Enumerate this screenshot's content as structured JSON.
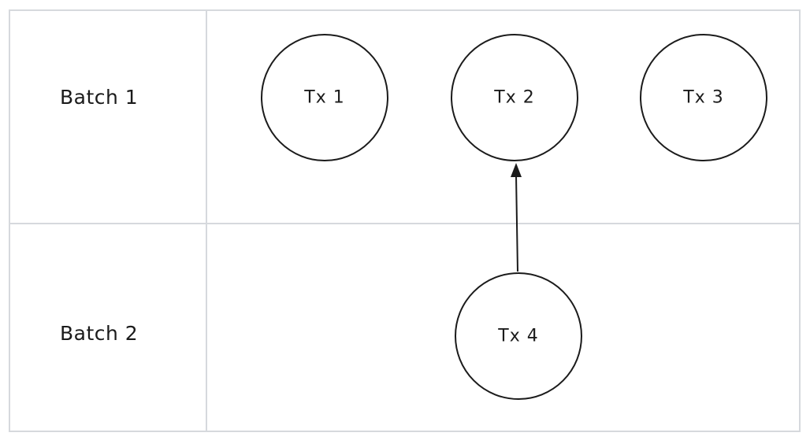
{
  "rows": [
    {
      "label": "Batch 1"
    },
    {
      "label": "Batch 2"
    }
  ],
  "transactions": [
    {
      "id": "tx1",
      "label": "Tx 1",
      "batch": 1
    },
    {
      "id": "tx2",
      "label": "Tx 2",
      "batch": 1
    },
    {
      "id": "tx3",
      "label": "Tx 3",
      "batch": 1
    },
    {
      "id": "tx4",
      "label": "Tx 4",
      "batch": 2
    }
  ],
  "dependencies": [
    {
      "from": "tx4",
      "to": "tx2"
    }
  ],
  "colors": {
    "border": "#d6d9dd",
    "stroke": "#1b1b1b",
    "background": "#ffffff"
  }
}
